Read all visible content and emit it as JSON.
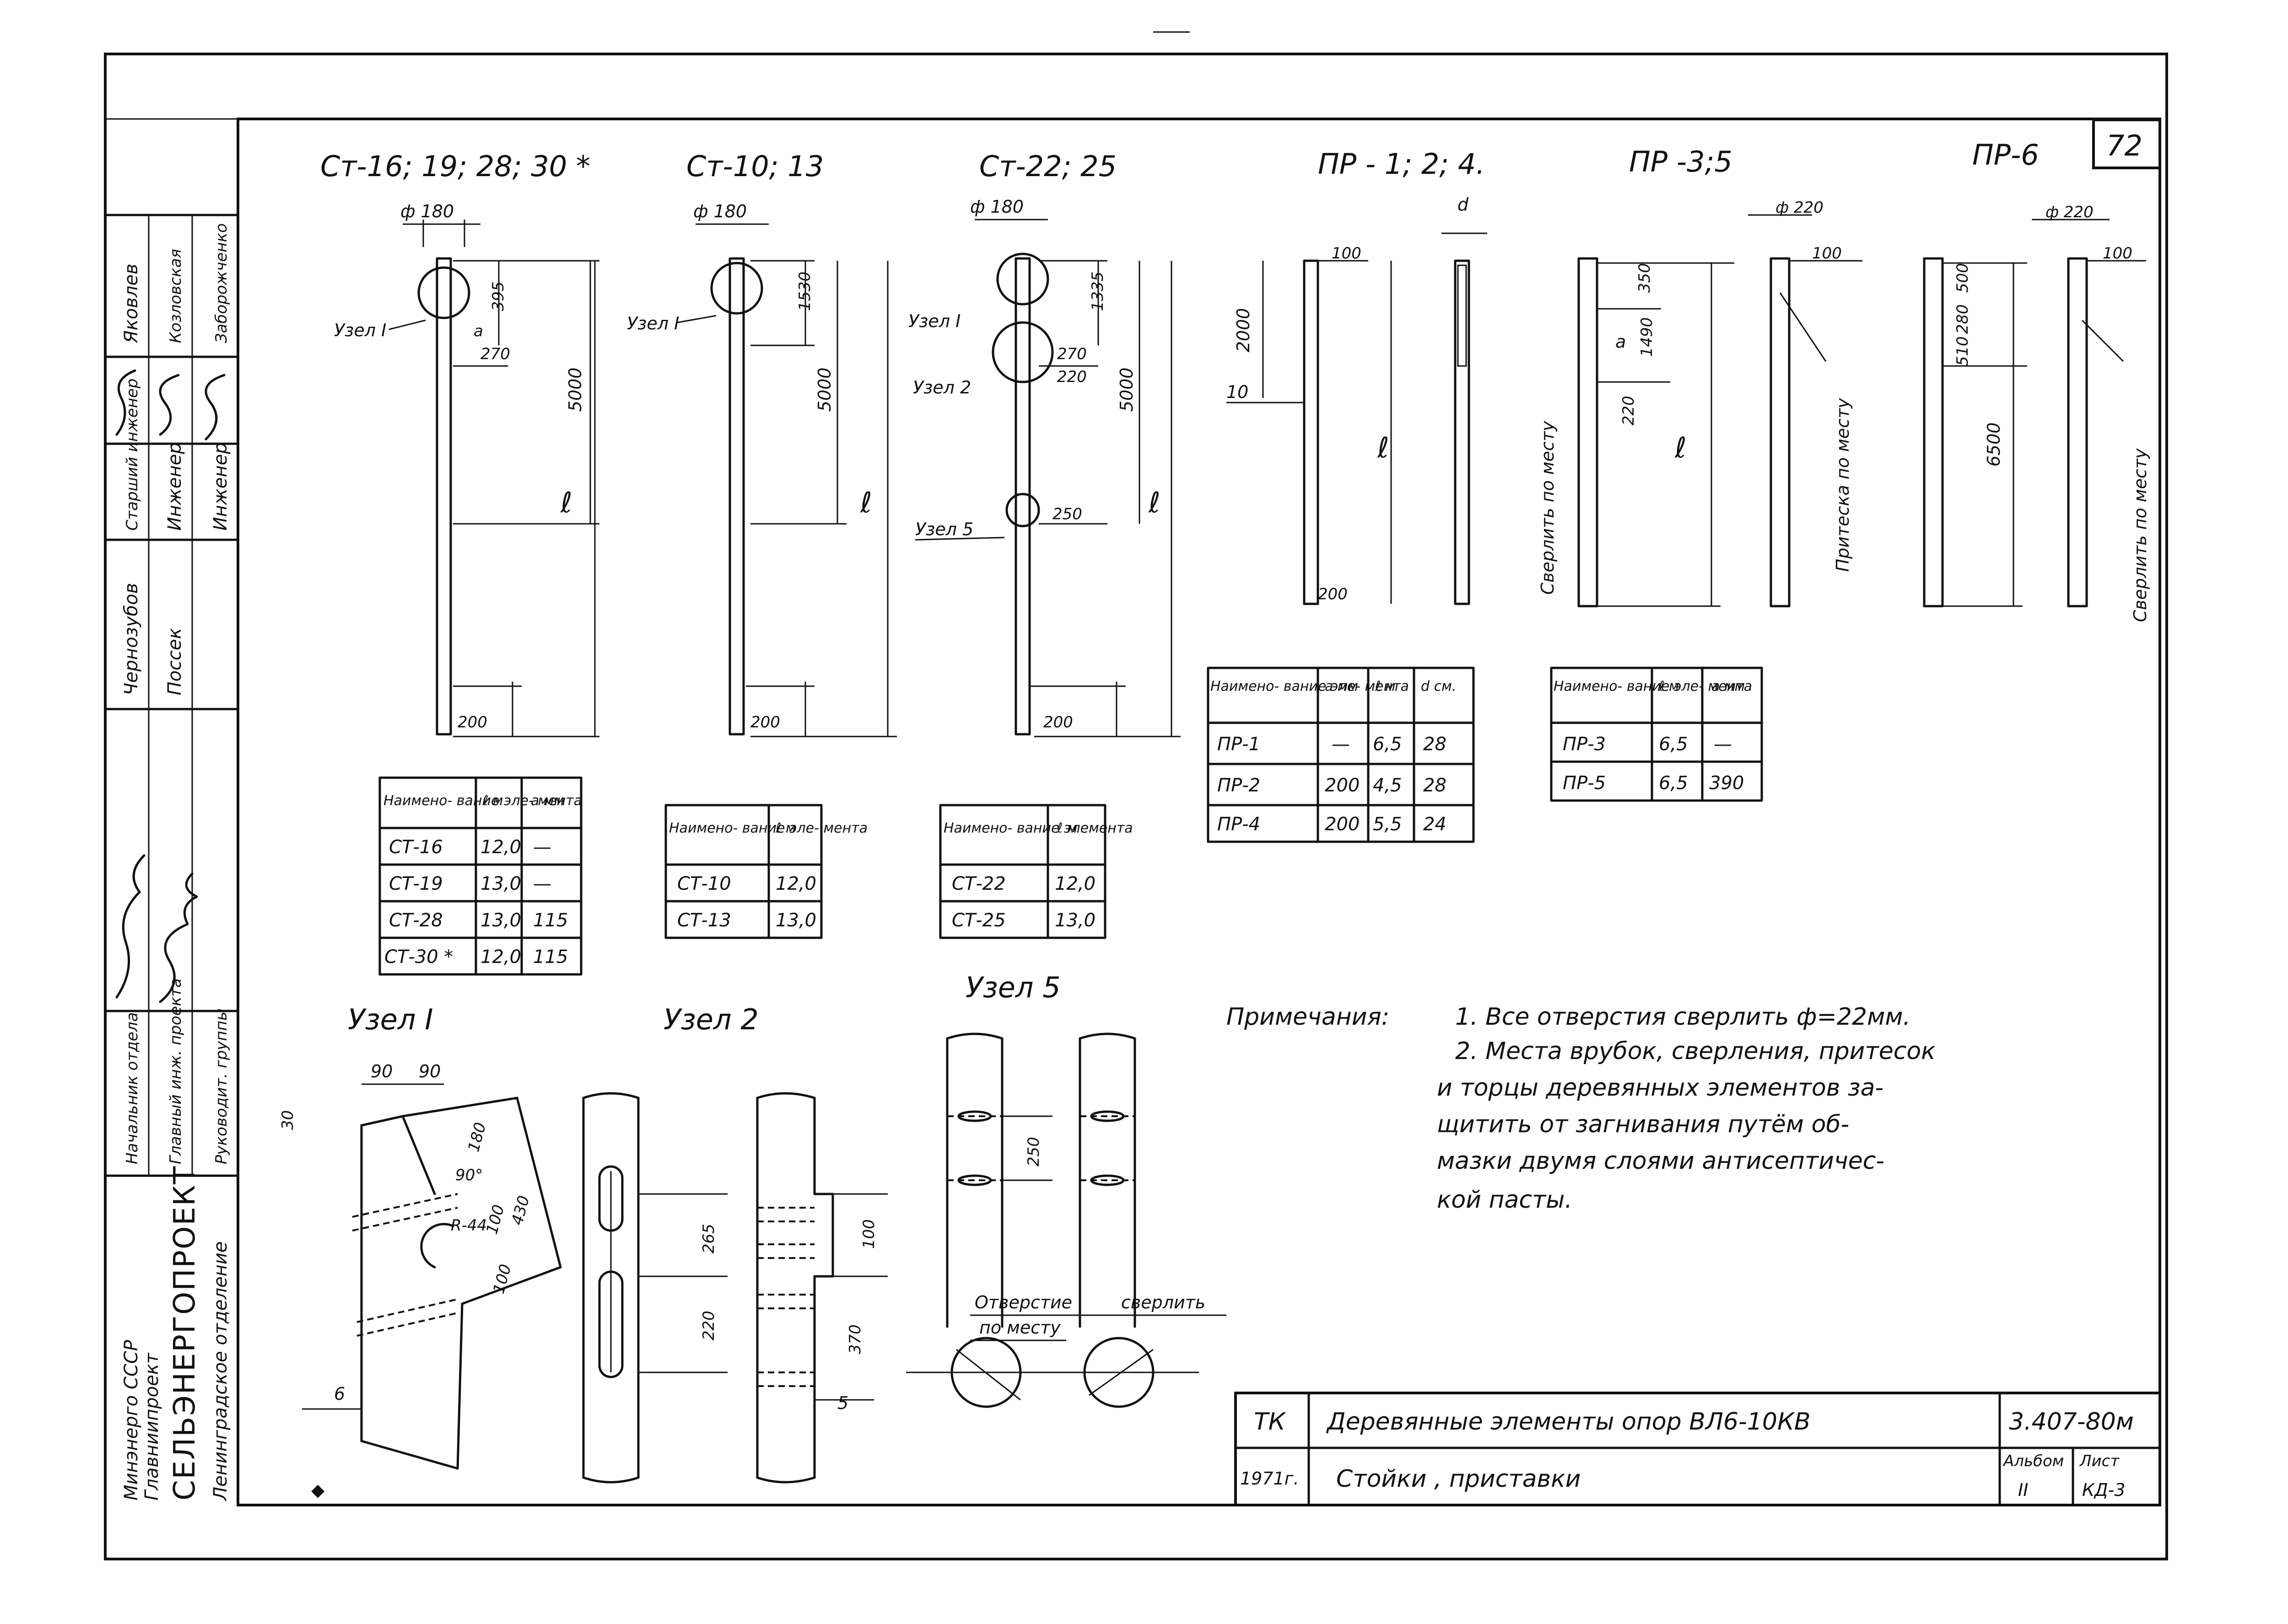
{
  "sheet": {
    "page_number": "72",
    "title_block": {
      "code": "ТК",
      "title": "Деревянные элементы опор ВЛ6-10КВ",
      "year": "1971г.",
      "subtitle": "Стойки , приставки",
      "doc_number": "3.407-80м",
      "album_label": "Альбом",
      "album_value": "II",
      "sheet_label": "Лист",
      "sheet_value": "КД-3"
    },
    "stamp": {
      "org_lines": [
        "Минэнерго СССР",
        "Главниипроект",
        "СЕЛЬЭНЕРГОПРОЕКТ",
        "Ленинградское отделение"
      ],
      "roles": [
        "Начальник отдела",
        "Главный инж. проекта",
        "Руководит. группы",
        "Старший инженер",
        "Инженер",
        "Инженер"
      ],
      "names": [
        "Чернозубов",
        "Поссек",
        "",
        "Яковлев",
        "Козловская",
        "Заборожченко"
      ]
    }
  },
  "views": {
    "st16": {
      "label": "Ст-16; 19; 28; 30 *",
      "dia": "ф 180",
      "node": "Узел I",
      "d_a": "а",
      "d1": "395",
      "d2": "270",
      "d3": "5000",
      "d_l": "ℓ",
      "bottom": "200"
    },
    "st10": {
      "label": "Ст-10; 13",
      "dia": "ф 180",
      "node": "Узел I",
      "d1": "1530",
      "d3": "5000",
      "d_l": "ℓ",
      "bottom": "200"
    },
    "st22": {
      "label": "Ст-22; 25",
      "dia": "ф 180",
      "node1": "Узел I",
      "node2": "Узел 2",
      "node5": "Узел 5",
      "d1": "1335",
      "d2": "270",
      "d2b": "220",
      "d5": "250",
      "d3": "5000",
      "d_l": "ℓ",
      "bottom": "200"
    },
    "pr124": {
      "label": "ПР - 1; 2; 4.",
      "d_top": "100",
      "d_len": "2000",
      "d_10": "10",
      "d_l": "ℓ",
      "bottom": "200",
      "d_d": "d"
    },
    "pr35": {
      "label": "ПР -3;5",
      "dia": "ф 220",
      "d_top": "100",
      "d_a": "а",
      "d1": "350",
      "d2": "1490",
      "d3": "220",
      "d_l": "ℓ",
      "drill": "Сверлить по месту",
      "hew": "Притеска по месту"
    },
    "pr6": {
      "label": "ПР-6",
      "dia": "ф 220",
      "d_top": "100",
      "d1": "500",
      "d2": "280",
      "d3": "510",
      "d_len": "6500",
      "drill": "Сверлить по месту"
    }
  },
  "tables": {
    "t_st16": {
      "headers": [
        "Наимено- вание эле- мента",
        "ℓ м",
        "а мм"
      ],
      "rows": [
        [
          "СТ-16",
          "12,0",
          "—"
        ],
        [
          "СТ-19",
          "13,0",
          "—"
        ],
        [
          "СТ-28",
          "13,0",
          "115"
        ],
        [
          "СТ-30 *",
          "12,0",
          "115"
        ]
      ]
    },
    "t_st10": {
      "headers": [
        "Наимено- вание эле- мента",
        "ℓ м"
      ],
      "rows": [
        [
          "СТ-10",
          "12,0"
        ],
        [
          "СТ-13",
          "13,0"
        ]
      ]
    },
    "t_st22": {
      "headers": [
        "Наимено- вание элемента",
        "ℓ м"
      ],
      "rows": [
        [
          "СТ-22",
          "12,0"
        ],
        [
          "СТ-25",
          "13,0"
        ]
      ]
    },
    "t_pr124": {
      "headers": [
        "Наимено- вание эле- мента",
        "а мм",
        "ℓ м",
        "d см."
      ],
      "rows": [
        [
          "ПР-1",
          "—",
          "6,5",
          "28"
        ],
        [
          "ПР-2",
          "200",
          "4,5",
          "28"
        ],
        [
          "ПР-4",
          "200",
          "5,5",
          "24"
        ]
      ]
    },
    "t_pr35": {
      "headers": [
        "Наимено- вание эле- мента",
        "ℓ м",
        "а мм"
      ],
      "rows": [
        [
          "ПР-3",
          "6,5",
          "—"
        ],
        [
          "ПР-5",
          "6,5",
          "390"
        ]
      ]
    }
  },
  "details": {
    "node1": {
      "title": "Узел I",
      "d1": "90",
      "d2": "90",
      "d3": "30",
      "d4": "180",
      "d5": "430",
      "d6": "100",
      "d7": "100",
      "angle": "90°",
      "radius": "R-44",
      "d8": "6"
    },
    "node2": {
      "title": "Узел 2",
      "d1": "265",
      "d2": "220",
      "d3": "100",
      "d4": "370",
      "d5": "5"
    },
    "node5": {
      "title": "Узел 5",
      "d1": "250",
      "hole_a": "Отверстие",
      "hole_b": "сверлить",
      "hole_c": "по месту"
    }
  },
  "notes": {
    "heading": "Примечания:",
    "lines": [
      "1. Все отверстия сверлить ф=22мм.",
      "2. Места врубок, сверления, притесок",
      "и торцы деревянных элементов за-",
      "щитить от загнивания путём об-",
      "мазки двумя слоями антисептичес-",
      "кой пасты."
    ]
  }
}
